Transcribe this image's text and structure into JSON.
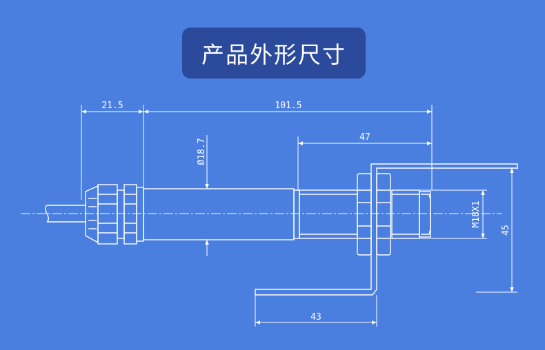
{
  "title": "产品外形尺寸",
  "dimensions": {
    "cable_gland_length": "21.5",
    "body_length": "101.5",
    "thread_length": "47",
    "diameter": "Ø18.7",
    "thread_spec": "M18X1",
    "bracket_height": "45",
    "bracket_length": "43"
  },
  "colors": {
    "background": "#4a7fe0",
    "title_box": "#2b4a9b",
    "line": "#ffffff"
  }
}
